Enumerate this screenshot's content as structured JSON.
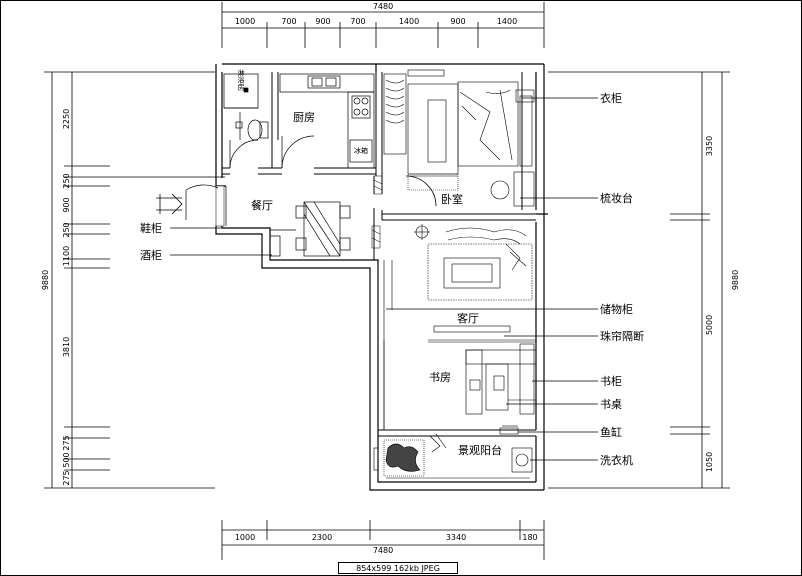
{
  "top_dimensions": {
    "total": "7480",
    "segments": [
      "1000",
      "700",
      "900",
      "700",
      "1400",
      "900",
      "1400"
    ]
  },
  "bottom_dimensions": {
    "total": "7480",
    "segments": [
      "1000",
      "2300",
      "3340",
      "180"
    ]
  },
  "left_dimensions": {
    "total": "9880",
    "segments": [
      "2250",
      "250",
      "900",
      "250",
      "1100",
      "3810",
      "275",
      "500",
      "275"
    ]
  },
  "right_dimensions": {
    "total": "9880",
    "segments": [
      "3350",
      "5000",
      "1050"
    ]
  },
  "rooms": {
    "kitchen": "厨房",
    "dining": "餐厅",
    "bedroom": "卧室",
    "living": "客厅",
    "study": "书房",
    "bathroom": "淋浴房"
  },
  "callouts_right": {
    "wardrobe": "衣柜",
    "vanity": "梳妆台",
    "storage": "储物柜",
    "bead_curtain": "珠帘隔断",
    "bookcase": "书柜",
    "desk": "书桌",
    "fish_tank": "鱼缸",
    "washer": "洗衣机"
  },
  "callouts_left": {
    "shoe_cabinet": "鞋柜",
    "wine_cabinet": "酒柜"
  },
  "balcony_label": "景观阳台",
  "appliance_label": "冰箱",
  "status_bar": "854x599 162kb JPEG"
}
